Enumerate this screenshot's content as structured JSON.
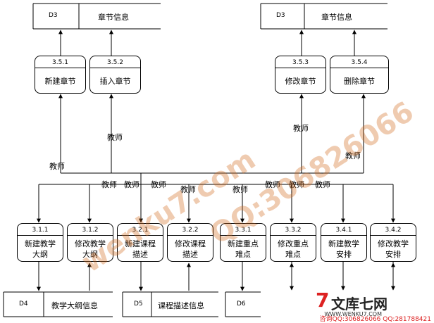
{
  "processes": [
    {
      "id": "3.5.1",
      "name": "新建章节"
    },
    {
      "id": "3.5.2",
      "name": "插入章节"
    },
    {
      "id": "3.5.3",
      "name": "修改章节"
    },
    {
      "id": "3.5.4",
      "name": "删除章节"
    },
    {
      "id": "3.1.1",
      "name": "新建教学\n大纲"
    },
    {
      "id": "3.1.2",
      "name": "修改教学\n大纲"
    },
    {
      "id": "3.2.1",
      "name": "新建课程\n描述"
    },
    {
      "id": "3.2.2",
      "name": "修改课程\n描述"
    },
    {
      "id": "3.3.1",
      "name": "新建重点\n难点"
    },
    {
      "id": "3.3.2",
      "name": "修改重点\n难点"
    },
    {
      "id": "3.4.1",
      "name": "新建教学\n安排"
    },
    {
      "id": "3.4.2",
      "name": "修改教学\n安排"
    }
  ],
  "stores": [
    {
      "id": "D3",
      "name": "章节信息"
    },
    {
      "id": "D3",
      "name": "章节信息"
    },
    {
      "id": "D4",
      "name": "教学大纲信息"
    },
    {
      "id": "D5",
      "name": "课程描述信息"
    },
    {
      "id": "D6",
      "name": ""
    }
  ],
  "actor_label": "教师",
  "watermark": {
    "url_text": "wenku7.com",
    "qq_text": "QQ:306826066",
    "brand": "文库七网",
    "site": "WWW.WENKU7.COM",
    "contact": "咨询QQ:306826066 QQ:281788421"
  }
}
